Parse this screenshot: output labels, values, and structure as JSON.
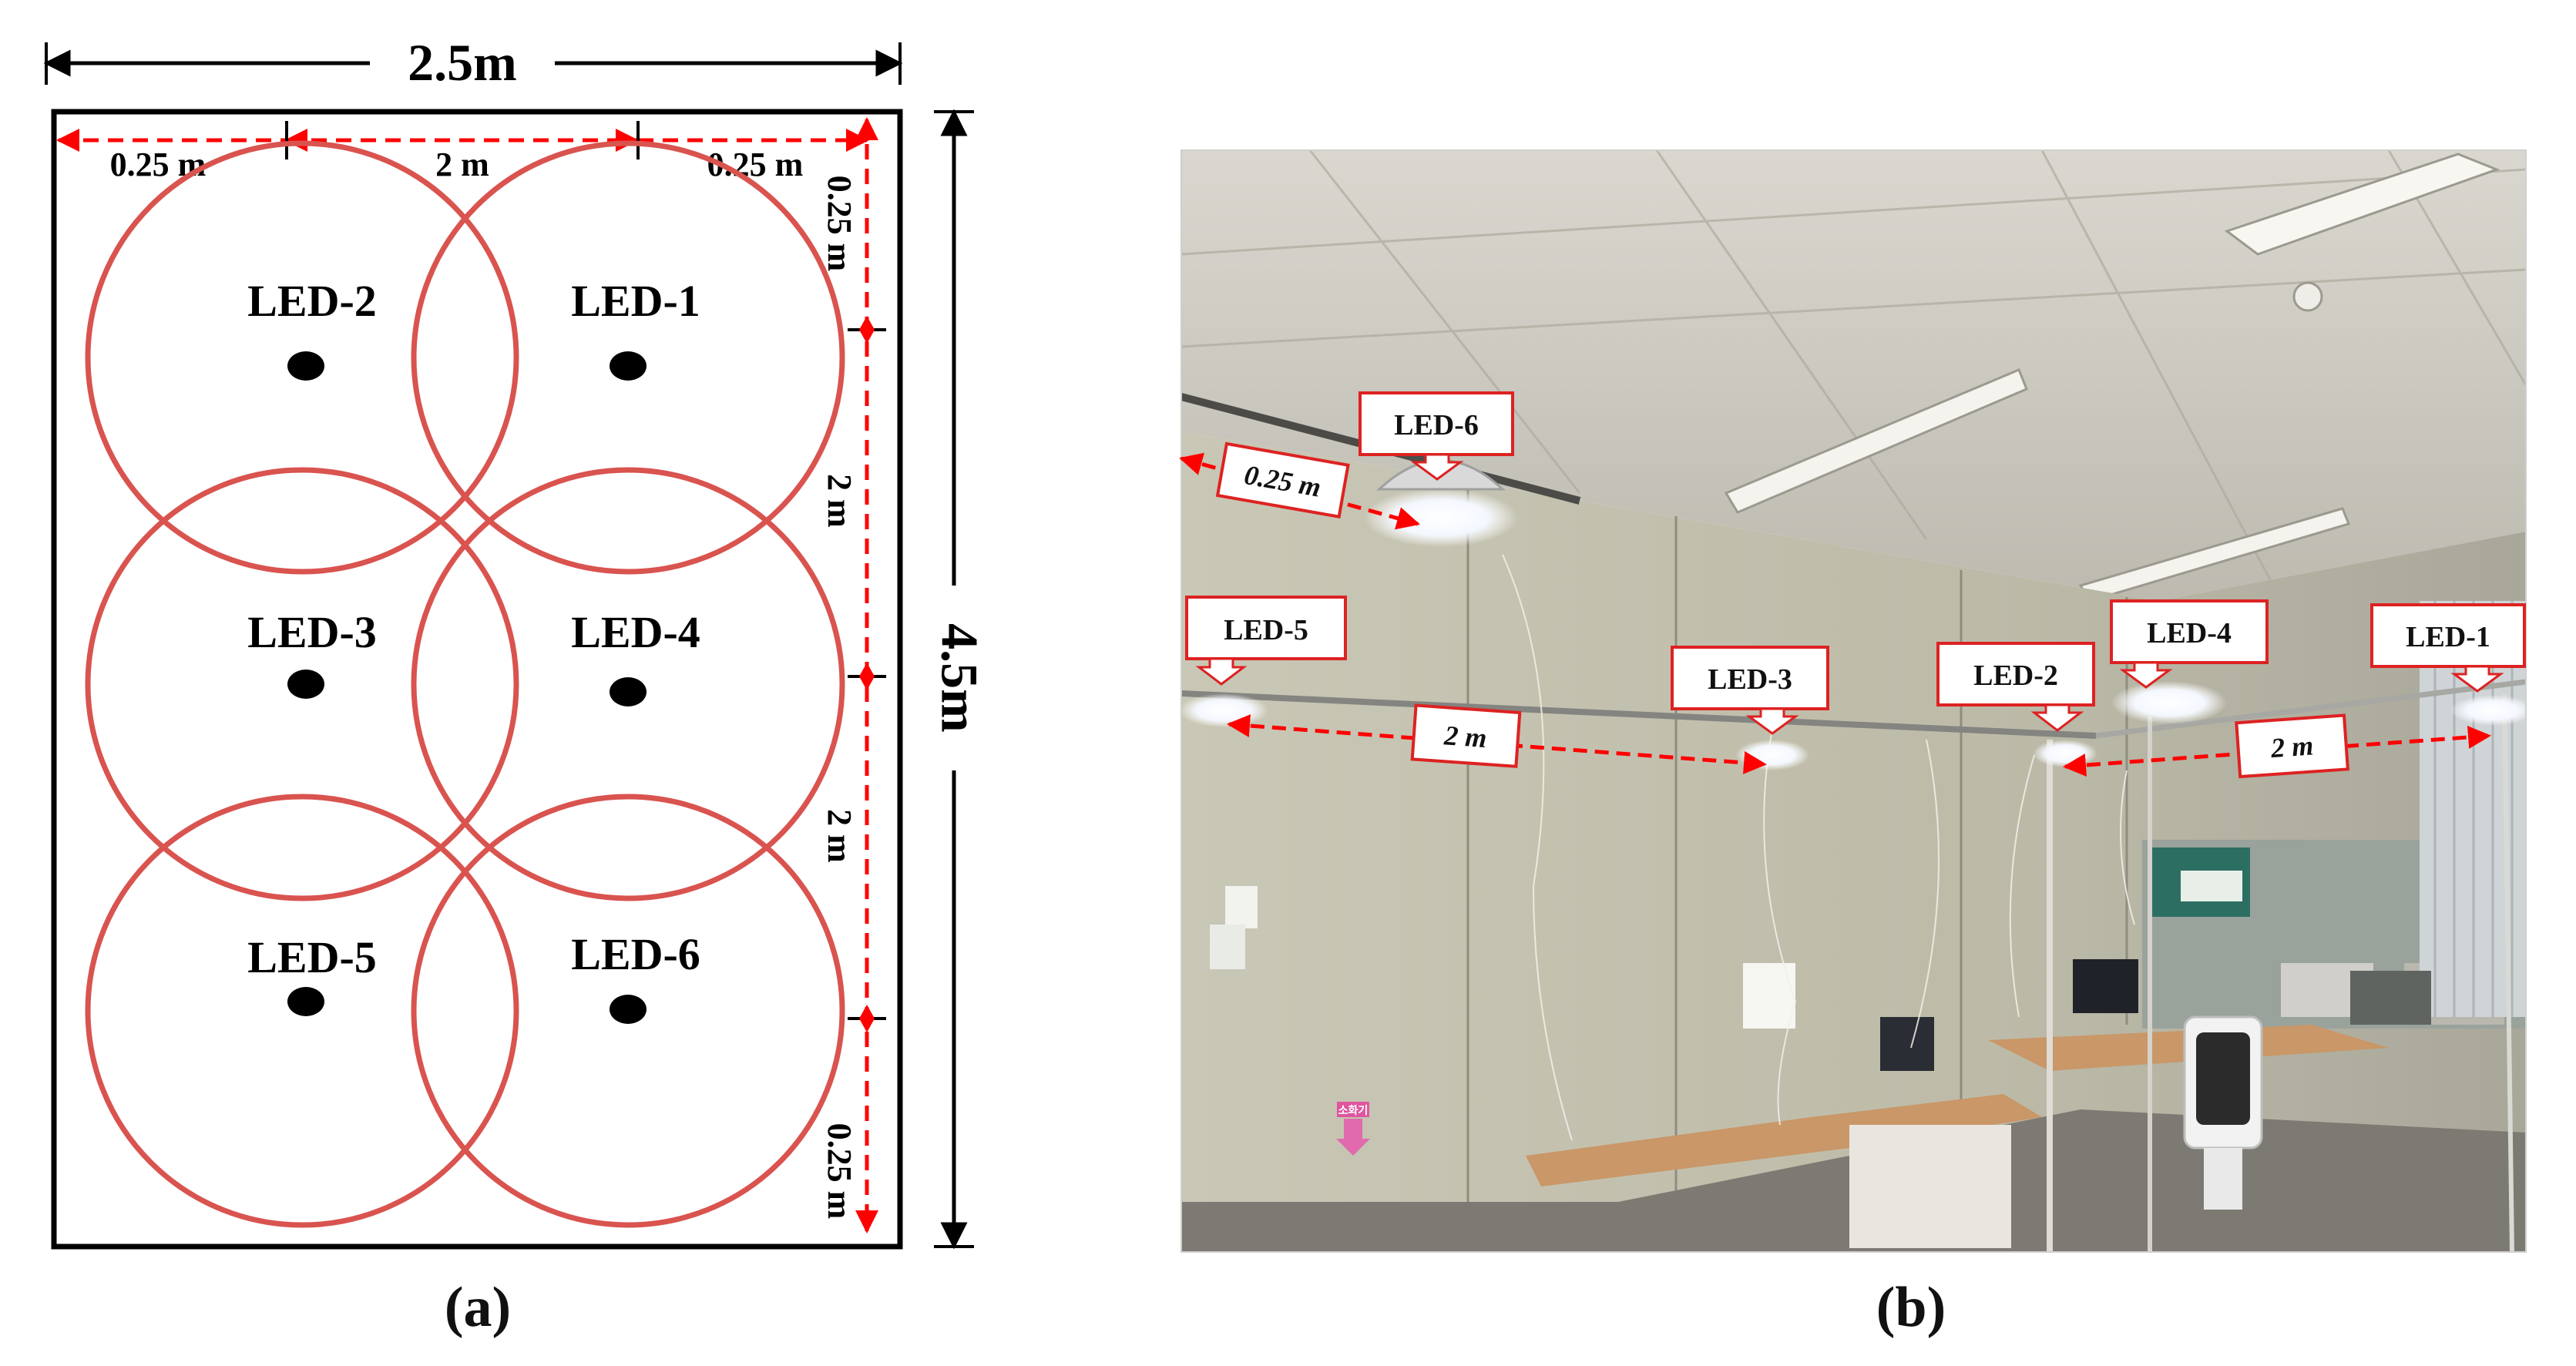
{
  "panel_a": {
    "label": "(a)",
    "dimensions": {
      "width": "2.5m",
      "height": "4.5m",
      "top_left_margin": "0.25 m",
      "top_middle": "2 m",
      "top_right_margin": "0.25 m",
      "right_top_margin": "0.25 m",
      "right_segment_1": "2 m",
      "right_segment_2": "2 m",
      "right_bottom_margin": "0.25 m"
    },
    "leds": [
      {
        "name": "LED-2"
      },
      {
        "name": "LED-1"
      },
      {
        "name": "LED-3"
      },
      {
        "name": "LED-4"
      },
      {
        "name": "LED-5"
      },
      {
        "name": "LED-6"
      }
    ],
    "colors": {
      "circle": "#d9534f",
      "dashed": "#ff0000",
      "outline": "#000000"
    }
  },
  "panel_b": {
    "label": "(b)",
    "callouts": {
      "led6": "LED-6",
      "led5": "LED-5",
      "led3": "LED-3",
      "led2": "LED-2",
      "led4": "LED-4",
      "led1": "LED-1"
    },
    "distances": {
      "top_left": "0.25 m",
      "left_span": "2 m",
      "right_span": "2 m"
    },
    "wall_sign": "소화기"
  }
}
